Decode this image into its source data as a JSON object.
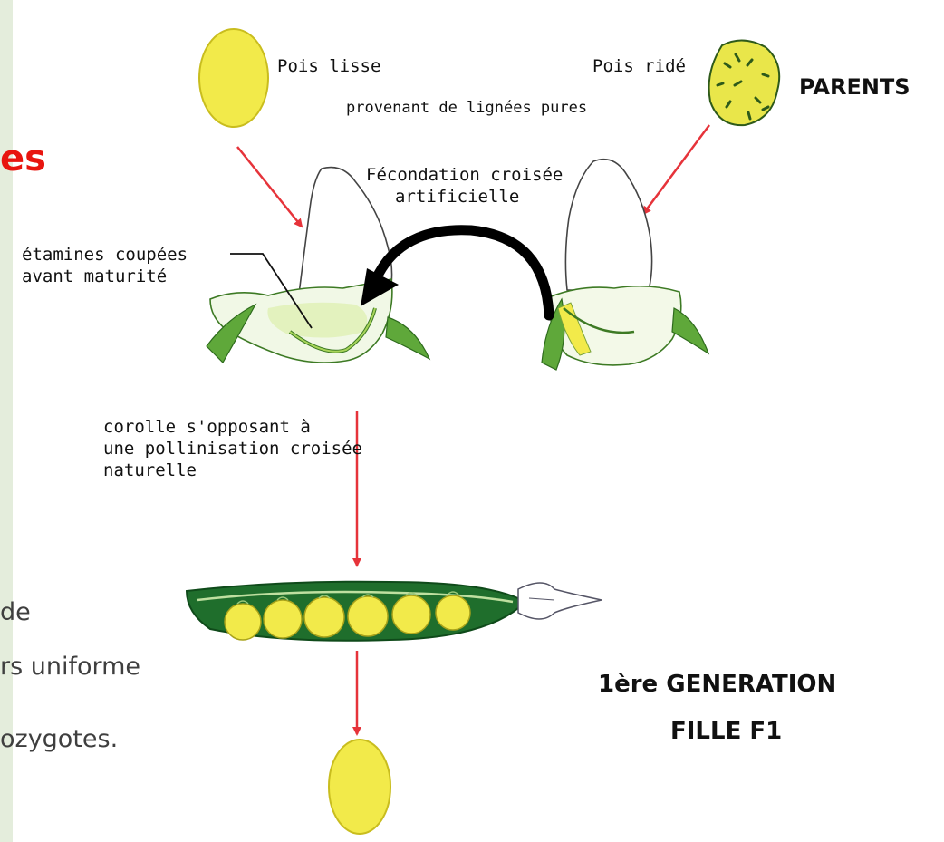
{
  "slide": {
    "heading_fragment": "es",
    "body_lines": [
      "de",
      "rs uniforme",
      "ozygotes."
    ]
  },
  "diagram": {
    "labels": {
      "pois_lisse": "Pois lisse",
      "pois_ride": "Pois ridé",
      "parents": "PARENTS",
      "provenant": "provenant de lignées pures",
      "fecondation_line1": "Fécondation croisée",
      "fecondation_line2": "artificielle",
      "etamines_line1": "étamines coupées",
      "etamines_line2": "avant maturité",
      "corolle_line1": "corolle s'opposant à",
      "corolle_line2": "une pollinisation croisée",
      "corolle_line3": "naturelle",
      "generation_line1": "1ère GENERATION",
      "generation_line2": "FILLE F1"
    },
    "colors": {
      "seed_yellow": "#f2ea4a",
      "pod_green": "#1f6e2c",
      "leaf_green": "#5fa83a",
      "arrow_red": "#e6333a",
      "arrow_black": "#000000"
    }
  }
}
